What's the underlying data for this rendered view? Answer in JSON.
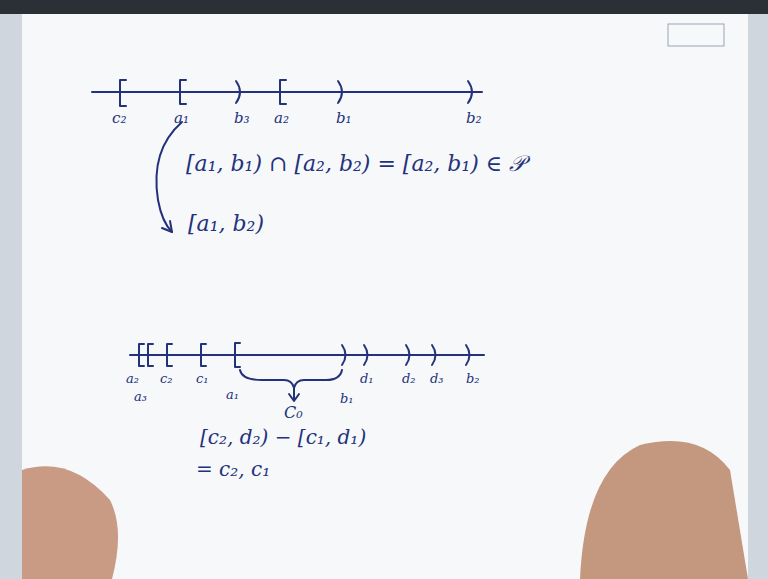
{
  "diagram": {
    "labels": [
      "c₂",
      "a₁",
      "b₃",
      "a₂",
      "b₁",
      "b₂",
      "[a₁, b₁) ∩ [a₂, b₂) = [a₂, b₁) ∈ 𝒫",
      "[a₁, b₂)",
      "a₂",
      "a₃",
      "c₂",
      "c₁",
      "a₁",
      "b₁",
      "d₁",
      "d₂",
      "d₃",
      "b₂",
      "C₀",
      "[c₂, d₂) − [c₁, d₁)",
      "= c₂, c₁"
    ]
  }
}
